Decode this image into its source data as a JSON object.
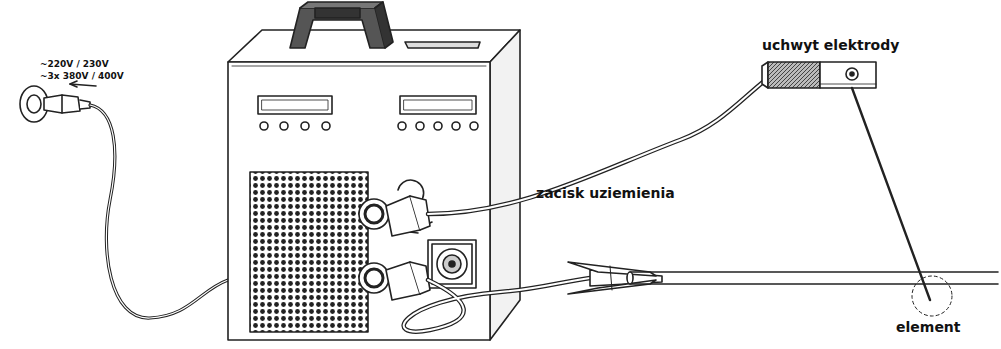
{
  "diagram": {
    "labels": [
      "~220V / 230V",
      "~3x 380V / 400V",
      "uchwyt elektrody",
      "zacisk uziemienia",
      "element"
    ]
  }
}
